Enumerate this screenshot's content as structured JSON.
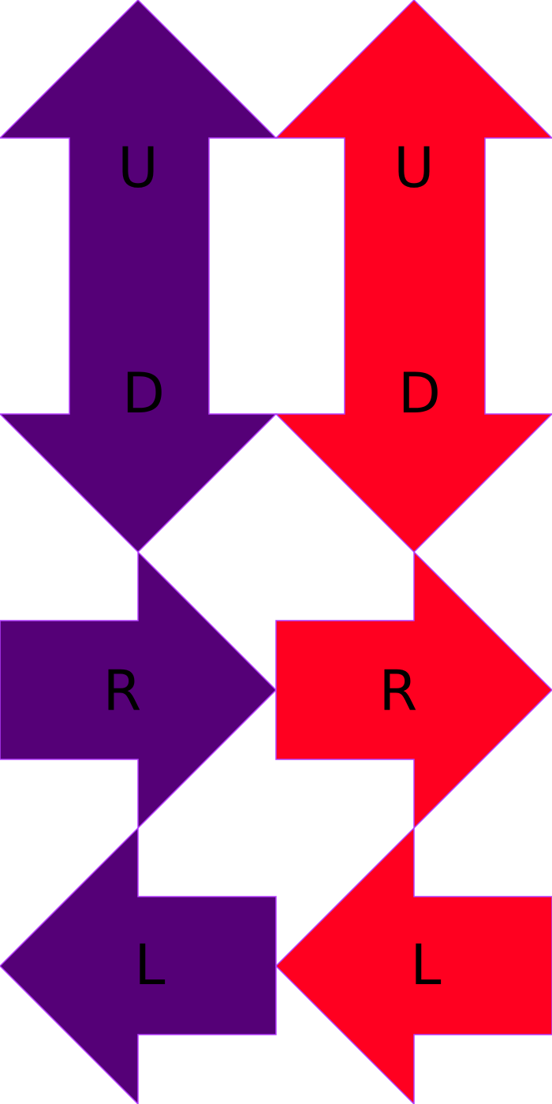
{
  "colors": {
    "purple": "#550077",
    "red": "#FF0020",
    "outline": "#B43CFF",
    "label": "#000000",
    "background": "#FFFFFF"
  },
  "columns": {
    "purple": {
      "up_down": {
        "top_label": "U",
        "bottom_label": "D",
        "icon": "up-down-arrow-icon"
      },
      "right": {
        "label": "R",
        "icon": "right-arrow-icon"
      },
      "left": {
        "label": "L",
        "icon": "left-arrow-icon"
      }
    },
    "red": {
      "up_down": {
        "top_label": "U",
        "bottom_label": "D",
        "icon": "up-down-arrow-icon"
      },
      "right": {
        "label": "R",
        "icon": "right-arrow-icon"
      },
      "left": {
        "label": "L",
        "icon": "left-arrow-icon"
      }
    }
  }
}
